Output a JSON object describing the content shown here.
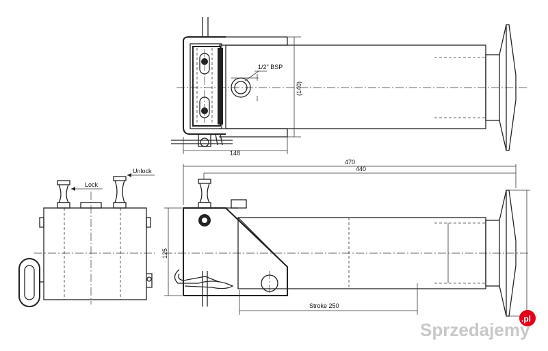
{
  "labels": {
    "bsp": "1/2\" BSP",
    "dim140": "(140)",
    "dim148": "148",
    "dim470": "470",
    "dim440": "440",
    "dim125": "125",
    "lock": "Lock",
    "unlock": "Unlock",
    "stroke": "Stroke  250"
  },
  "watermark": {
    "text": "Sprzedajemy",
    "suffix": ".pl",
    "badge_color": "#e2001a"
  }
}
